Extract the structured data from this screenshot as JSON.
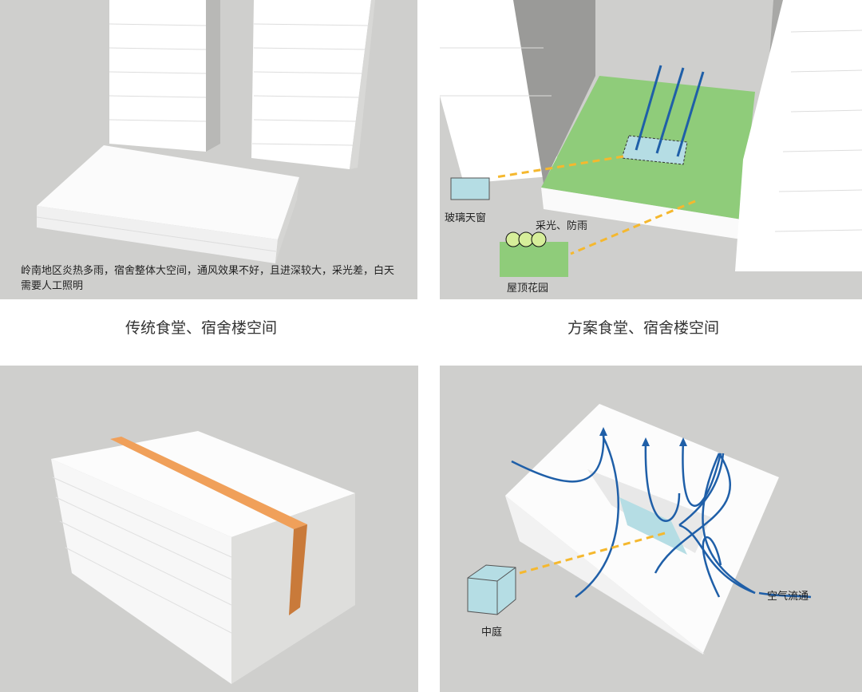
{
  "panels": {
    "traditional_top": {
      "description": "岭南地区炎热多雨，宿舍整体大空间，通风效果不好，且进深较大，采光差，白天需要人工照明"
    },
    "scheme_top": {
      "labels": {
        "skylight": "玻璃天窗",
        "lighting": "采光、防雨",
        "roof_garden": "屋顶花园"
      }
    },
    "scheme_bottom": {
      "labels": {
        "airflow": "空气流通",
        "courtyard": "中庭"
      }
    }
  },
  "captions": {
    "traditional": "传统食堂、宿舍楼空间",
    "scheme": "方案食堂、宿舍楼空间"
  },
  "colors": {
    "background": "#cfcfcd",
    "green_roof": "#8fcc7a",
    "glass": "#b5dde4",
    "arrow_blue": "#1f5fa8",
    "arrow_yellow": "#f5b82e",
    "orange_band": "#f0a05a"
  }
}
